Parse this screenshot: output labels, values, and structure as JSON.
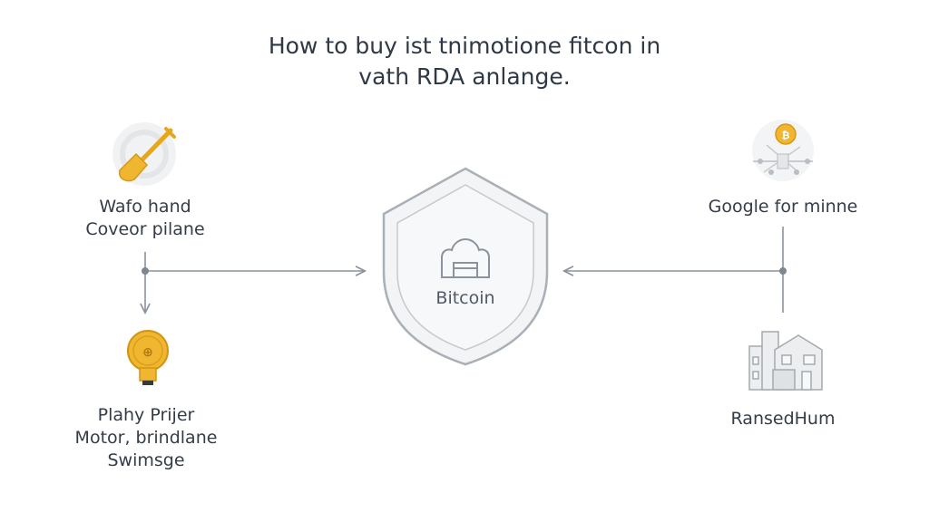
{
  "title": {
    "line1": "How to buy ist tnimotione fitcon in",
    "line2": "vath RDA anlange."
  },
  "center": {
    "label": "Bitcoin",
    "icon": "shield-icon"
  },
  "nodes": {
    "top_left": {
      "line1": "Wafo hand",
      "line2": "Coveor pilane",
      "icon": "shovel-icon"
    },
    "bottom_left": {
      "line1": "Plahy Prijer",
      "line2": "Motor, brindlane",
      "line3": "Swimsge",
      "icon": "gold-coin-icon"
    },
    "top_right": {
      "line1": "Google for minne",
      "icon": "coin-network-icon"
    },
    "bottom_right": {
      "line1": "RansedHum",
      "icon": "building-icon"
    }
  },
  "colors": {
    "line": "#8a929c",
    "gold": "#f0b630",
    "shield_fill": "#f3f4f6",
    "shield_stroke": "#a9b0b8"
  }
}
